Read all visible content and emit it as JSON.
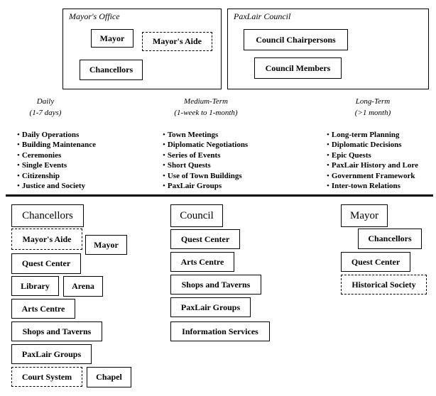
{
  "mayors_office": {
    "title": "Mayor's Office",
    "mayor": "Mayor",
    "aide": "Mayor's Aide",
    "chancellors": "Chancellors"
  },
  "council": {
    "title": "PaxLair Council",
    "chairpersons": "Council Chairpersons",
    "members": "Council Members"
  },
  "phases": [
    {
      "title": "Daily",
      "range": "(1-7 days)",
      "items": [
        "Daily Operations",
        "Building Maintenance",
        "Ceremonies",
        "Single Events",
        "Citizenship",
        "Justice and Society"
      ]
    },
    {
      "title": "Medium-Term",
      "range": "(1-week to 1-month)",
      "items": [
        "Town Meetings",
        "Diplomatic Negotiations",
        "Series of Events",
        "Short Quests",
        "Use of Town Buildings",
        "PaxLair Groups"
      ]
    },
    {
      "title": "Long-Term",
      "range": "(>1 month)",
      "items": [
        "Long-term Planning",
        "Diplomatic Decisions",
        "Epic Quests",
        "PaxLair History and Lore",
        "Government Framework",
        "Inter-town Relations"
      ]
    }
  ],
  "columns": {
    "chancellors": {
      "heading": "Chancellors",
      "aide": "Mayor's Aide",
      "mayor": "Mayor",
      "quest": "Quest Center",
      "library": "Library",
      "arena": "Arena",
      "arts": "Arts Centre",
      "shops": "Shops and Taverns",
      "groups": "PaxLair Groups",
      "court": "Court System",
      "chapel": "Chapel"
    },
    "council": {
      "heading": "Council",
      "quest": "Quest Center",
      "arts": "Arts Centre",
      "shops": "Shops and Taverns",
      "groups": "PaxLair Groups",
      "info": "Information Services"
    },
    "mayor": {
      "heading": "Mayor",
      "chancellors": "Chancellors",
      "quest": "Quest Center",
      "historical": "Historical Society"
    }
  }
}
